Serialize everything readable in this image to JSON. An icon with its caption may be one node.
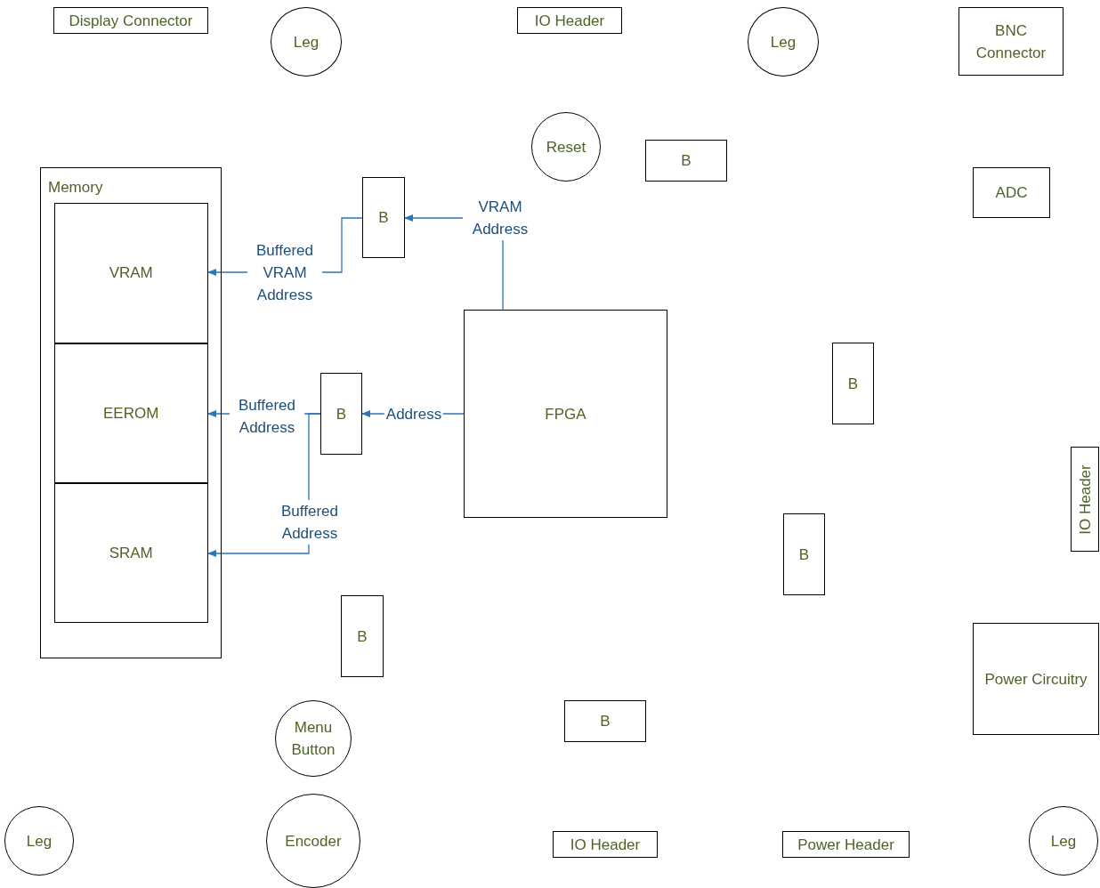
{
  "diagram": {
    "nodes": [
      {
        "text": [
          "Display Connector"
        ]
      },
      {
        "text": [
          "Leg"
        ]
      },
      {
        "text": [
          "IO Header"
        ]
      },
      {
        "text": [
          "Leg"
        ]
      },
      {
        "text": [
          "BNC Connector"
        ]
      },
      {
        "text": [
          "Reset"
        ]
      },
      {
        "text": [
          "B"
        ]
      },
      {
        "text": [
          "Memory"
        ]
      },
      {
        "text": [
          "VRAM"
        ],
        "in": 7
      },
      {
        "text": [
          "EEROM"
        ],
        "in": 7
      },
      {
        "text": [
          "SRAM"
        ],
        "in": 7
      },
      {
        "text": [
          "ADC"
        ]
      },
      {
        "text": [
          "B"
        ]
      },
      {
        "text": [
          "FPGA"
        ]
      },
      {
        "text": [
          "B"
        ]
      },
      {
        "text": [
          "B"
        ]
      },
      {
        "text": [
          "IO Header"
        ]
      },
      {
        "text": [
          "B"
        ]
      },
      {
        "text": [
          "B"
        ]
      },
      {
        "text": [
          "Power Circuitry"
        ]
      },
      {
        "text": [
          "B"
        ]
      },
      {
        "text": [
          "Menu Button"
        ]
      },
      {
        "text": [
          "Leg"
        ]
      },
      {
        "text": [
          "Encoder"
        ]
      },
      {
        "text": [
          "IO Header"
        ]
      },
      {
        "text": [
          "Power Header"
        ]
      },
      {
        "text": [
          "Leg"
        ]
      }
    ],
    "edges": [
      {
        "from": 13,
        "to": 12,
        "arrow": "to",
        "label": "VRAM Address"
      },
      {
        "from": 12,
        "to": 8,
        "arrow": "to",
        "label": "Buffered VRAM Address"
      },
      {
        "from": 13,
        "to": 15,
        "arrow": "to",
        "label": "Address"
      },
      {
        "from": 15,
        "to": 9,
        "arrow": "to",
        "label": "Buffered Address"
      },
      {
        "from": 15,
        "to": 10,
        "arrow": "to",
        "label": "Buffered Address"
      }
    ]
  }
}
